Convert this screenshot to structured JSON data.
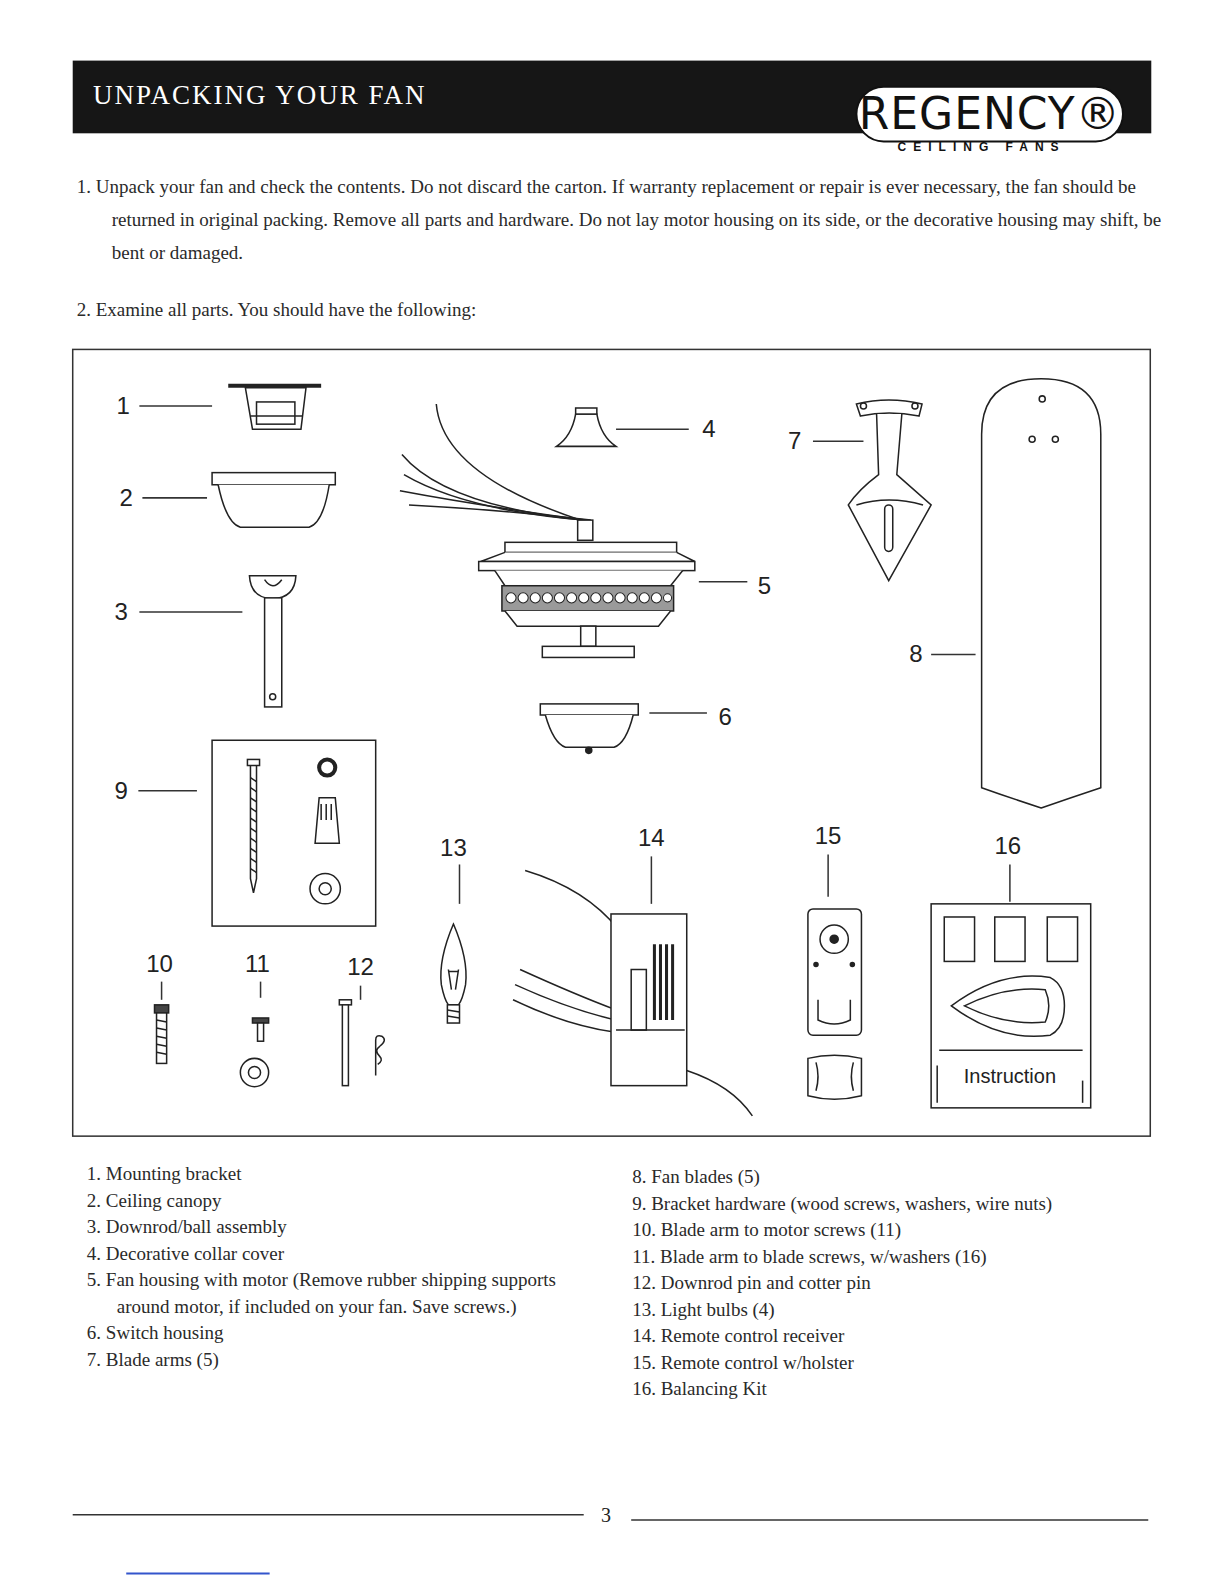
{
  "diagram": {
    "title": "UNPACKING YOUR FAN",
    "labels": [
      "REGENCY®",
      "CEILING FANS",
      "1. Unpack your fan and check the contents. Do not discard the carton. If warranty replacement or repair is ever necessary, the fan should be returned in original packing. Remove all parts and hardware. Do not lay motor housing on its side, or the decorative housing may shift, be bent or damaged.",
      "2. Examine all parts. You should have the following:",
      "1",
      "2",
      "3",
      "4",
      "5",
      "6",
      "7",
      "8",
      "9",
      "10",
      "11",
      "12",
      "13",
      "14",
      "15",
      "16",
      "Instruction",
      "1. Mounting bracket",
      "2. Ceiling canopy",
      "3. Downrod/ball assembly",
      "4. Decorative collar cover",
      "5. Fan housing with motor (Remove rubber shipping supports around motor, if included on your fan. Save screws.)",
      "6. Switch housing",
      "7. Blade arms (5)",
      "8. Fan blades (5)",
      "9. Bracket hardware (wood screws, washers, wire nuts)",
      "10. Blade arm to motor screws (11)",
      "11. Blade arm to blade screws, w/washers (16)",
      "12. Downrod pin and cotter pin",
      "13. Light bulbs (4)",
      "14. Remote control receiver",
      "15. Remote control w/holster",
      "16. Balancing Kit",
      "3"
    ]
  }
}
